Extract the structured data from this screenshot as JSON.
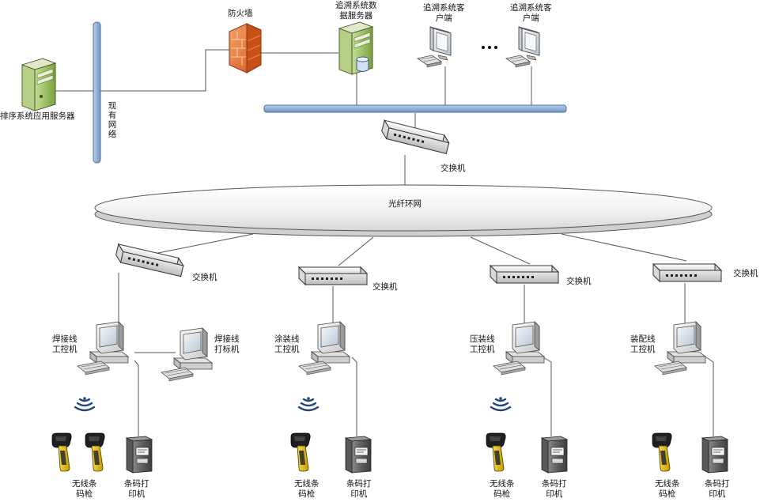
{
  "labels": {
    "existing_app_server": "排序系统应用服务器",
    "existing_network": "现有网络",
    "firewall": "防火墙",
    "trace_db_server": "追溯系统数\n据服务器",
    "trace_client_1": "追溯系统客\n户端",
    "trace_client_2": "追溯系统客\n户端",
    "ellipsis": "…",
    "core_switch": "交换机",
    "fiber_ring": "光纤环网",
    "switch_weld": "交换机",
    "switch_paint": "交换机",
    "switch_press": "交换机",
    "switch_assembly": "交换机",
    "weld_ipc": "焊接线\n工控机",
    "weld_label_pc": "焊接线\n打标机",
    "paint_ipc": "涂装线\n工控机",
    "press_ipc": "压装线\n工控机",
    "assembly_ipc": "装配线\n工控机",
    "scanner_1": "无线条\n码枪",
    "printer_1": "条码打\n印机",
    "scanner_2": "无线条\n码枪",
    "printer_2": "条码打\n印机",
    "scanner_3": "无线条\n码枪",
    "printer_3": "条码打\n印机",
    "scanner_4": "无线条\n码枪",
    "printer_4": "条码打\n印机"
  },
  "colors": {
    "bus_bar": "#8fb0d6",
    "bus_bar_edge": "#4d6f9c",
    "firewall": "#e8752e",
    "server": "#9bbf5c",
    "scanner": "#e9c21a",
    "wireless": "#23457a"
  },
  "icons": {
    "firewall": "brick-firewall-icon",
    "server": "tower-server-icon",
    "client": "crt-workstation-icon",
    "switch": "network-switch-icon",
    "ring": "fiber-ring-icon",
    "scanner": "barcode-scanner-icon",
    "printer": "label-printer-icon",
    "wireless": "wireless-signal-icon"
  }
}
